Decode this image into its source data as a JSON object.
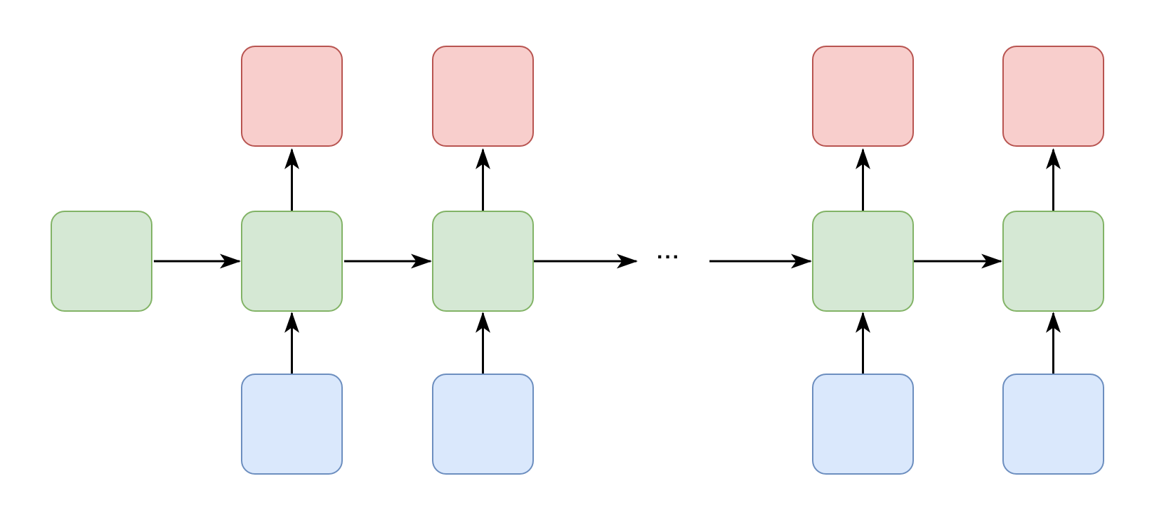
{
  "diagram": {
    "ellipsis": "...",
    "colors": {
      "canvas_background": "#ffffff",
      "arrow_color": "#000000",
      "output_fill": "#f8cecc",
      "output_stroke": "#b85450",
      "hidden_fill": "#d5e8d4",
      "hidden_stroke": "#82b366",
      "input_fill": "#dae8fc",
      "input_stroke": "#6c8ebf"
    },
    "structure": {
      "description_of_shapes": "rounded squares, no text labels",
      "node_rows": [
        {
          "role": "output",
          "row": "top",
          "fill": "#f8cecc",
          "stroke": "#b85450",
          "count": 4
        },
        {
          "role": "hidden",
          "row": "middle",
          "fill": "#d5e8d4",
          "stroke": "#82b366",
          "count": 5
        },
        {
          "role": "input",
          "row": "bottom",
          "fill": "#dae8fc",
          "stroke": "#6c8ebf",
          "count": 4
        }
      ],
      "edges": [
        "hidden-0 -> hidden-1",
        "hidden-1 -> hidden-2",
        "hidden-2 -> ellipsis",
        "ellipsis -> hidden-3",
        "hidden-3 -> hidden-4",
        "hidden-1 -> output-1",
        "hidden-2 -> output-2",
        "hidden-3 -> output-3",
        "hidden-4 -> output-4",
        "input-1 -> hidden-1",
        "input-2 -> hidden-2",
        "input-3 -> hidden-3",
        "input-4 -> hidden-4"
      ]
    }
  }
}
